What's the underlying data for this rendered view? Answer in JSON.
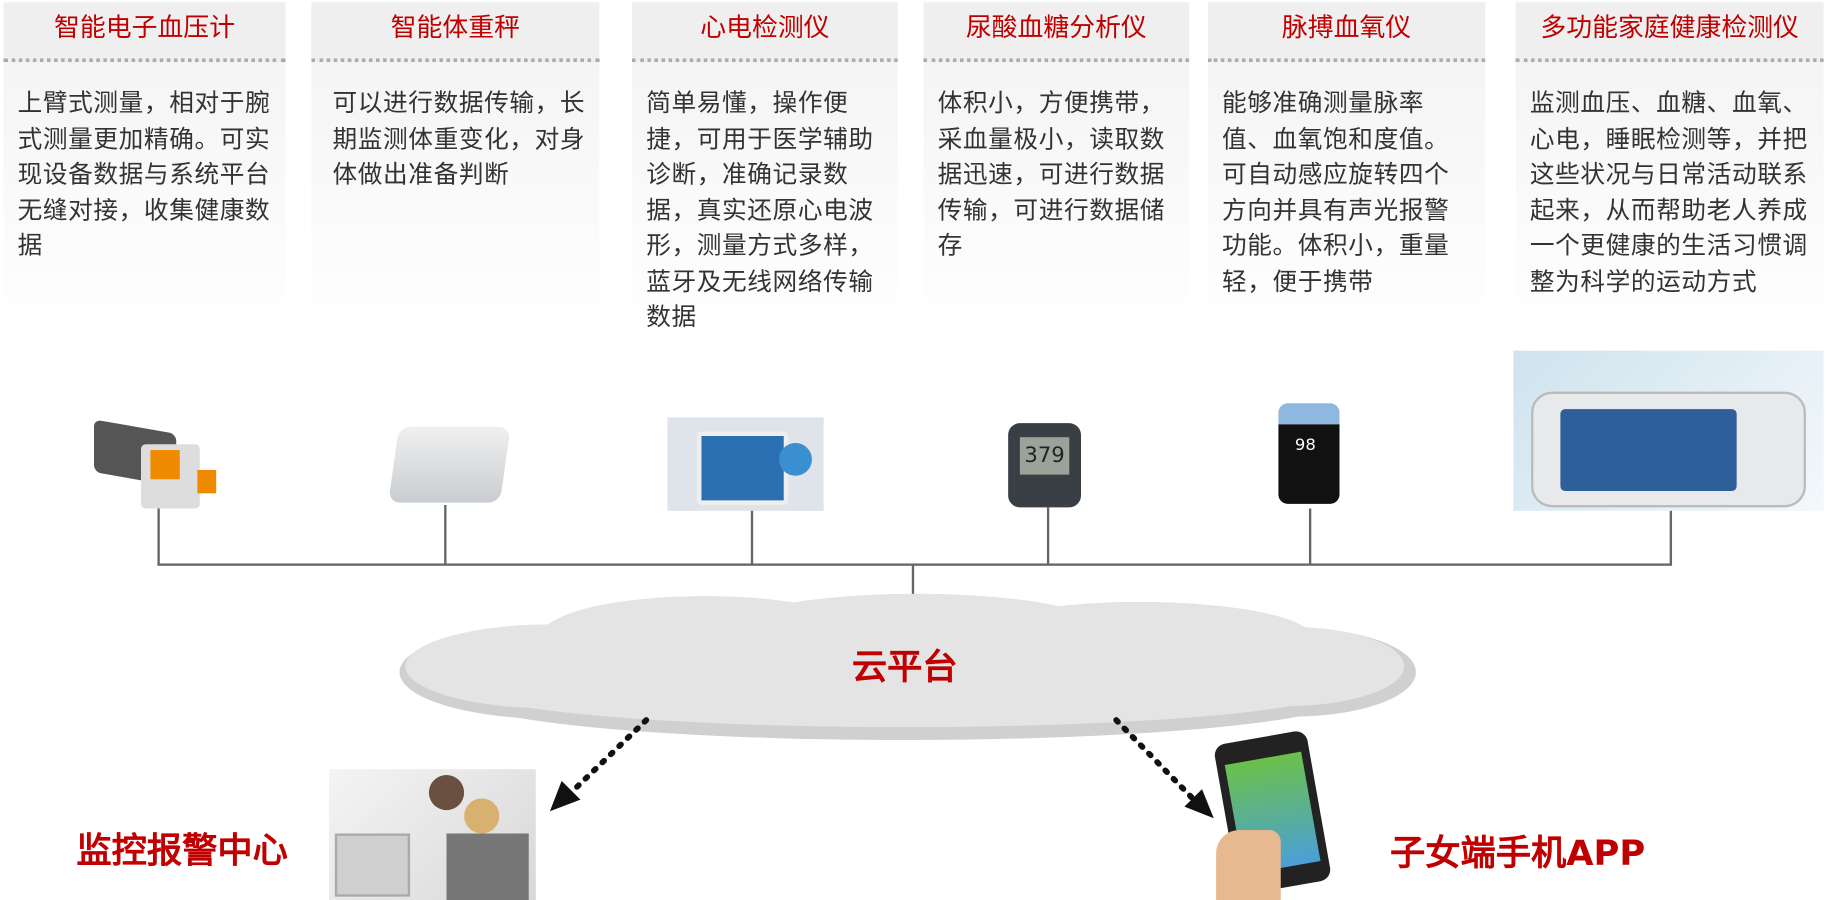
{
  "devices": [
    {
      "name": "智能电子血压计",
      "desc": "上臂式测量，相对于腕式测量更加精确。可实现设备数据与系统平台无缝对接，收集健康数据"
    },
    {
      "name": "智能体重秤",
      "desc": "可以进行数据传输，长期监测体重变化，对身体做出准备判断"
    },
    {
      "name": "心电检测仪",
      "desc": "简单易懂，操作便捷，可用于医学辅助诊断，准确记录数据，真实还原心电波形，测量方式多样，蓝牙及无线网络传输数据"
    },
    {
      "name": "尿酸血糖分析仪",
      "desc": "体积小，方便携带，采血量极小，读取数据迅速，可进行数据传输，可进行数据储存"
    },
    {
      "name": "脉搏血氧仪",
      "desc": "能够准确测量脉率值、血氧饱和度值。可自动感应旋转四个方向并具有声光报警功能。体积小，重量轻，便于携带"
    },
    {
      "name": "多功能家庭健康检测仪",
      "desc": "监测血压、血糖、血氧、心电，睡眠检测等，并把这些状况与日常活动联系起来，从而帮助老人养成一个更健康的生活习惯调整为科学的运动方式"
    }
  ],
  "device_screens": {
    "glucose": "379",
    "oximeter": "98"
  },
  "cloud_label": "云平台",
  "monitor_center": "监控报警中心",
  "family_app": "子女端手机APP",
  "colors": {
    "accent": "#c00000",
    "text": "#333333"
  }
}
